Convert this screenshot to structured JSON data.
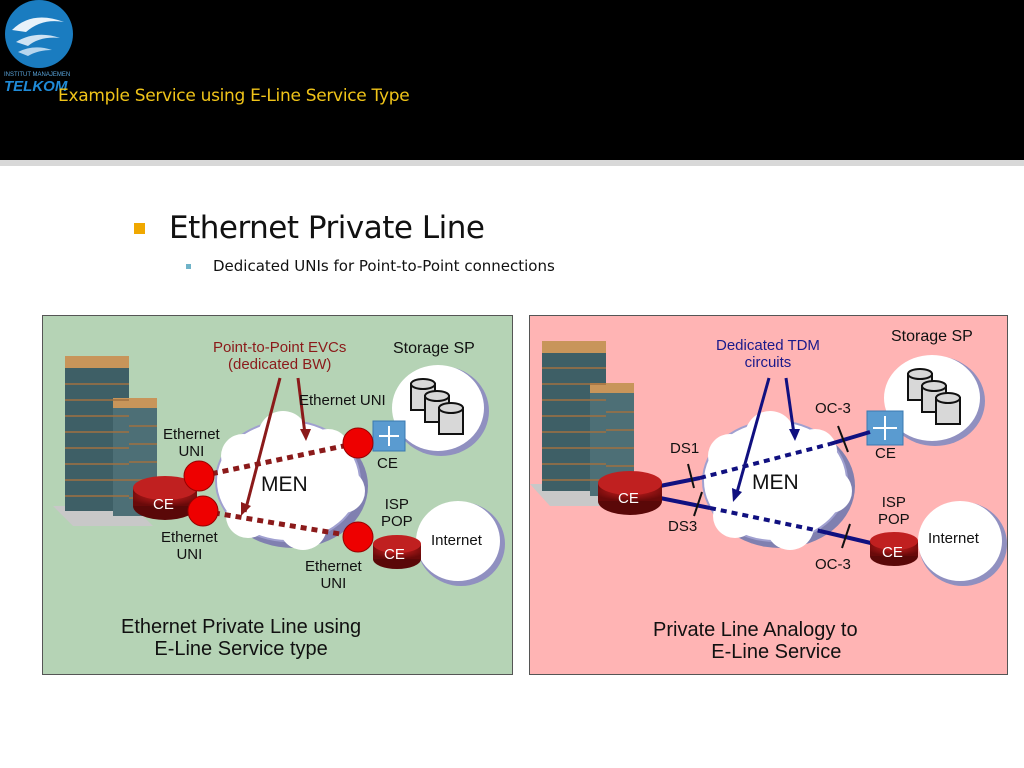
{
  "header": {
    "logo": {
      "line1": "INSTITUT MANAJEMEN",
      "line2": "TELKOM"
    },
    "title": "Example Service using E-Line Service Type",
    "colors": {
      "background": "#000000",
      "title": "#f0c419"
    }
  },
  "content": {
    "bullets": [
      {
        "level": 1,
        "text": "Ethernet Private Line"
      },
      {
        "level": 2,
        "text": "Dedicated UNIs for Point-to-Point connections"
      }
    ]
  },
  "diagrams": {
    "left": {
      "background": "#b5d3b5",
      "annotation": {
        "line1": "Point-to-Point EVCs",
        "line2": "(dedicated BW)",
        "color": "#8b1a1a"
      },
      "network": "MEN",
      "storage": "Storage SP",
      "internet": "Internet",
      "isp": {
        "line1": "ISP",
        "line2": "POP"
      },
      "ce": "CE",
      "uni_labels": [
        {
          "line1": "Ethernet",
          "line2": "UNI"
        },
        {
          "line1": "Ethernet",
          "line2": "UNI"
        },
        {
          "line1": "Ethernet UNI",
          "line2": ""
        },
        {
          "line1": "Ethernet",
          "line2": "UNI"
        }
      ],
      "caption": {
        "line1": "Ethernet Private Line using",
        "line2": "E-Line Service type"
      }
    },
    "right": {
      "background": "#ffb4b4",
      "annotation": {
        "line1": "Dedicated TDM",
        "line2": "circuits",
        "color": "#1a1a8b"
      },
      "network": "MEN",
      "storage": "Storage SP",
      "internet": "Internet",
      "isp": {
        "line1": "ISP",
        "line2": "POP"
      },
      "ce": "CE",
      "circuits": {
        "ds1": "DS1",
        "ds3": "DS3",
        "oc3_top": "OC-3",
        "oc3_bottom": "OC-3"
      },
      "caption": {
        "line1": "Private Line Analogy to",
        "line2": "E-Line Service"
      }
    }
  }
}
